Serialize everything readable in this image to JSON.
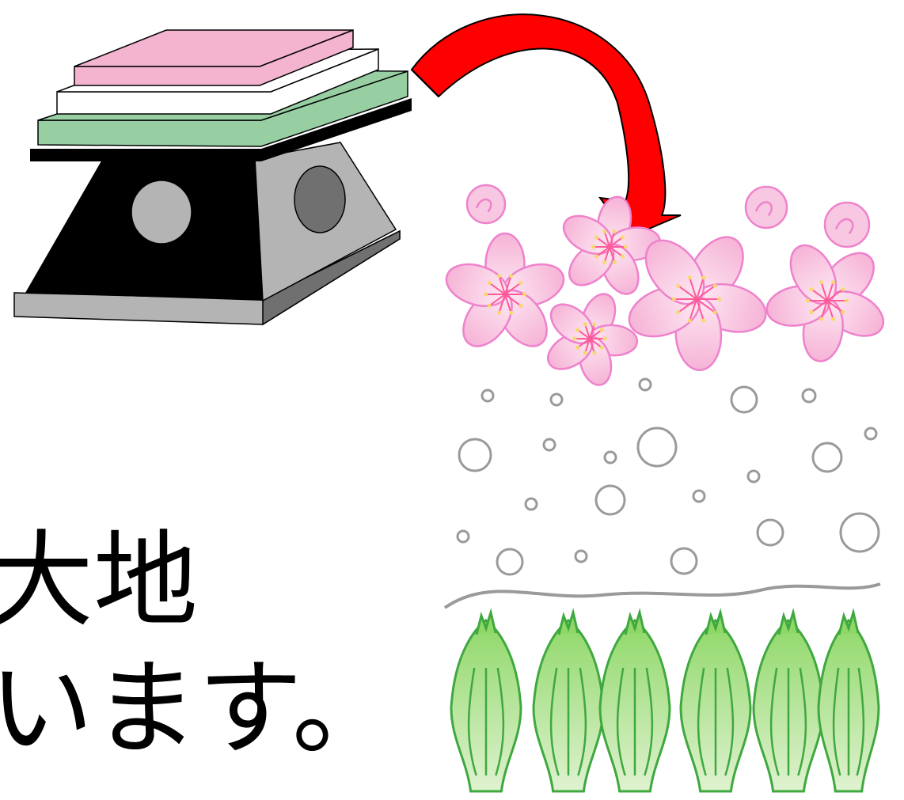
{
  "text": {
    "line1": "大地",
    "line2": "います。"
  },
  "colors": {
    "diamond_pink": "#f4b4d0",
    "diamond_white": "#ffffff",
    "diamond_green": "#97cfa3",
    "stand_black": "#000000",
    "stand_gray": "#b4b4b4",
    "stand_dark_gray": "#707070",
    "arrow_red": "#ff0000",
    "arrow_dark_red": "#b00000",
    "blossom_pink": "#f8c8e2",
    "blossom_outline": "#ee82cc",
    "stamen": "#ff5a9a",
    "bubble_gray": "#9a9a9a",
    "leaf_green": "#9ad880",
    "leaf_outline": "#3fa83f"
  },
  "icons": {
    "hishimochi": "hishimochi-on-stand",
    "arrow": "curved-arrow",
    "blossoms": "cherry-blossom",
    "snow": "snow-bubbles",
    "sprouts": "green-sprouts"
  }
}
